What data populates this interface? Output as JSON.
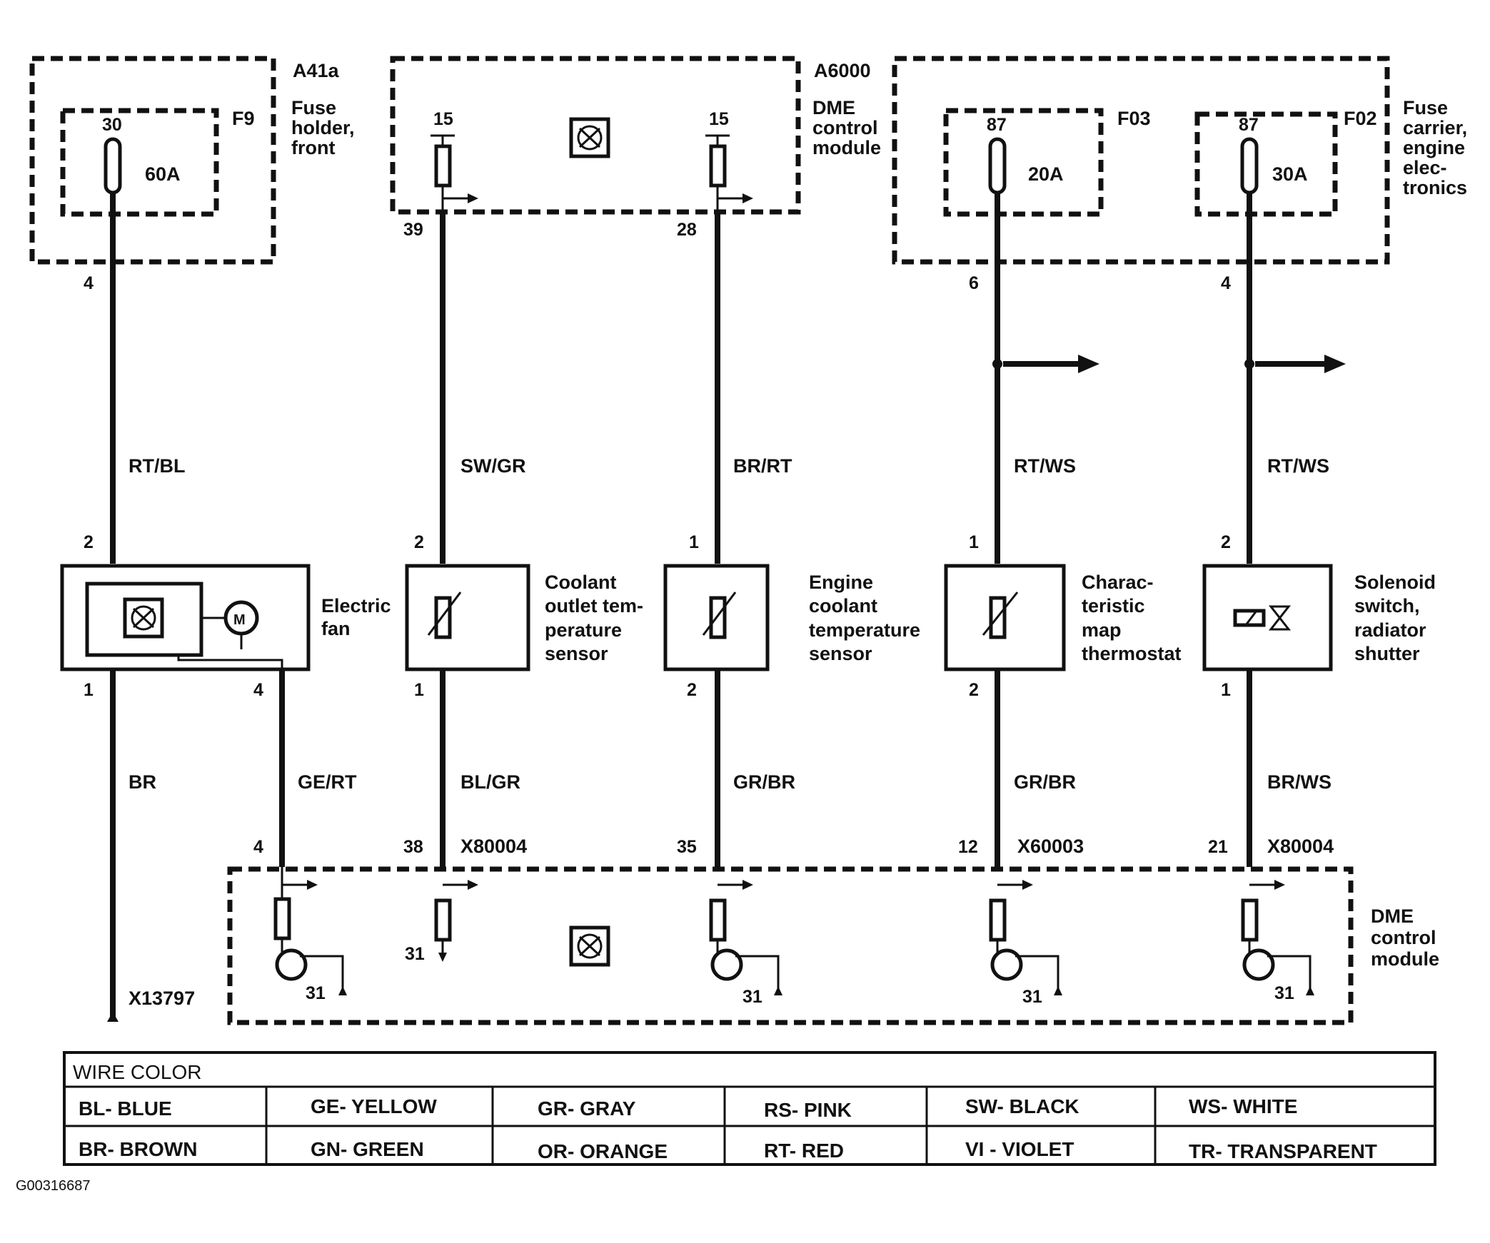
{
  "modules": {
    "a41a": {
      "id": "A41a",
      "desc": [
        "Fuse",
        "holder,",
        "front"
      ],
      "fuse_id": "F9",
      "fuse_pin": "30",
      "fuse_rating": "60A"
    },
    "a6000": {
      "id": "A6000",
      "desc": [
        "DME",
        "control",
        "module"
      ],
      "pin_left": "15",
      "pin_right": "15"
    },
    "carrier": {
      "desc": [
        "Fuse",
        "carrier,",
        "engine",
        "elec-",
        "tronics"
      ],
      "fuse1_id": "F03",
      "fuse1_pin": "87",
      "fuse1_rating": "20A",
      "fuse2_id": "F02",
      "fuse2_pin": "87",
      "fuse2_rating": "30A"
    },
    "dme_bottom": {
      "desc": [
        "DME",
        "control",
        "module"
      ]
    }
  },
  "pins": {
    "c1_top": "4",
    "c1_comp_top": "2",
    "c1_comp_bot": "1",
    "c1_fan4": "4",
    "c1_dme": "4",
    "c2_top": "39",
    "c2_comp_top": "2",
    "c2_comp_bot": "1",
    "c2_dme": "38",
    "c3_top": "28",
    "c3_comp_top": "1",
    "c3_comp_bot": "2",
    "c3_dme": "35",
    "c4_top": "6",
    "c4_comp_top": "1",
    "c4_comp_bot": "2",
    "c4_dme": "12",
    "c5_top": "4",
    "c5_comp_top": "2",
    "c5_comp_bot": "1",
    "c5_dme": "21"
  },
  "wires": {
    "w1_top": "RT/BL",
    "w1_bot": "BR",
    "w1_fan": "GE/RT",
    "w2_top": "SW/GR",
    "w2_bot": "BL/GR",
    "w3_top": "BR/RT",
    "w3_bot": "GR/BR",
    "w4_top": "RT/WS",
    "w4_bot": "GR/BR",
    "w5_top": "RT/WS",
    "w5_bot": "BR/WS"
  },
  "connectors": {
    "c2": "X80004",
    "c4": "X60003",
    "c5": "X80004",
    "ground": "X13797"
  },
  "grounds": {
    "g": "31"
  },
  "components": {
    "fan": [
      "Electric",
      "fan"
    ],
    "coolant_outlet": [
      "Coolant",
      "outlet tem-",
      "perature",
      "sensor"
    ],
    "engine_coolant": [
      "Engine",
      "coolant",
      "temperature",
      "sensor"
    ],
    "thermostat": [
      "Charac-",
      "teristic",
      "map",
      "thermostat"
    ],
    "solenoid": [
      "Solenoid",
      "switch,",
      "radiator",
      "shutter"
    ]
  },
  "legend": {
    "title": "WIRE COLOR",
    "row1": [
      "BL-  BLUE",
      "GE-  YELLOW",
      "GR-   GRAY",
      "RS-    PINK",
      "SW-   BLACK",
      "WS-  WHITE"
    ],
    "row2": [
      "BR-  BROWN",
      "GN-  GREEN",
      "OR-   ORANGE",
      "RT-     RED",
      "VI -    VIOLET",
      "TR-   TRANSPARENT"
    ]
  },
  "figure_id": "G00316687"
}
